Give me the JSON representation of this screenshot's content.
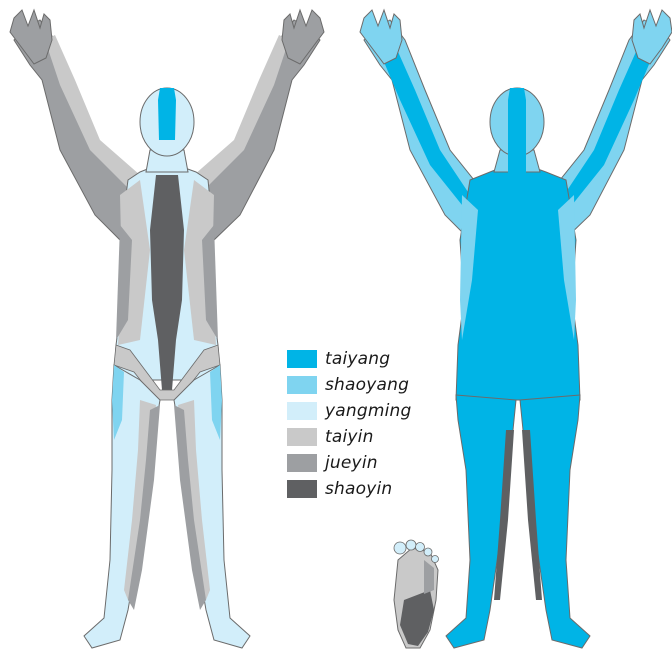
{
  "colors": {
    "taiyang": "#00b4e6",
    "shaoyang": "#7fd4f0",
    "yangming": "#d2eefa",
    "taiyin": "#c9c9c9",
    "jueyin": "#9d9fa2",
    "shaoyin": "#5f6062",
    "outline": "#6b6b6b",
    "skin_back": "#00b4e6"
  },
  "legend": [
    {
      "key": "taiyang",
      "label": "taiyang",
      "color": "#00b4e6"
    },
    {
      "key": "shaoyang",
      "label": "shaoyang",
      "color": "#7fd4f0"
    },
    {
      "key": "yangming",
      "label": "yangming",
      "color": "#d2eefa"
    },
    {
      "key": "taiyin",
      "label": "taiyin",
      "color": "#c9c9c9"
    },
    {
      "key": "jueyin",
      "label": "jueyin",
      "color": "#9d9fa2"
    },
    {
      "key": "shaoyin",
      "label": "shaoyin",
      "color": "#5f6062"
    }
  ]
}
